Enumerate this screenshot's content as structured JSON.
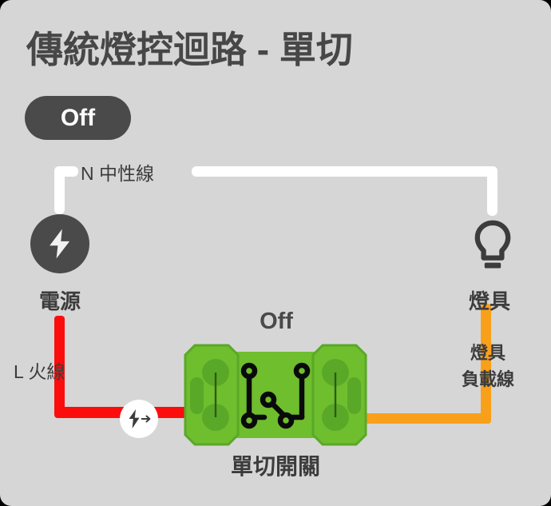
{
  "page": {
    "title": "傳統燈控迴路 - 單切",
    "background_color": "#d6d6d6"
  },
  "state_badge": {
    "label": "Off",
    "background_color": "#4a4a4a",
    "text_color": "#ffffff"
  },
  "wires": {
    "neutral": {
      "label": "N 中性線",
      "color": "#ffffff"
    },
    "live": {
      "label": "L 火線",
      "color": "#fc0d0d"
    },
    "load": {
      "label_line1": "燈具",
      "label_line2": "負載線",
      "color": "#f9a01b"
    }
  },
  "source": {
    "label": "電源",
    "icon": "lightning-bolt-icon",
    "circle_color": "#4a4a4a"
  },
  "lamp": {
    "label": "燈具",
    "icon": "light-bulb-icon",
    "stroke_color": "#3c3c3c"
  },
  "flow_badge": {
    "icon": "current-flow-icon",
    "background_color": "#ffffff"
  },
  "switch": {
    "state_label": "Off",
    "label": "單切開關",
    "body_color": "#6fbe2e",
    "terminal_color": "#5aa828",
    "schematic_color": "#0a0a0a",
    "closed": false
  }
}
